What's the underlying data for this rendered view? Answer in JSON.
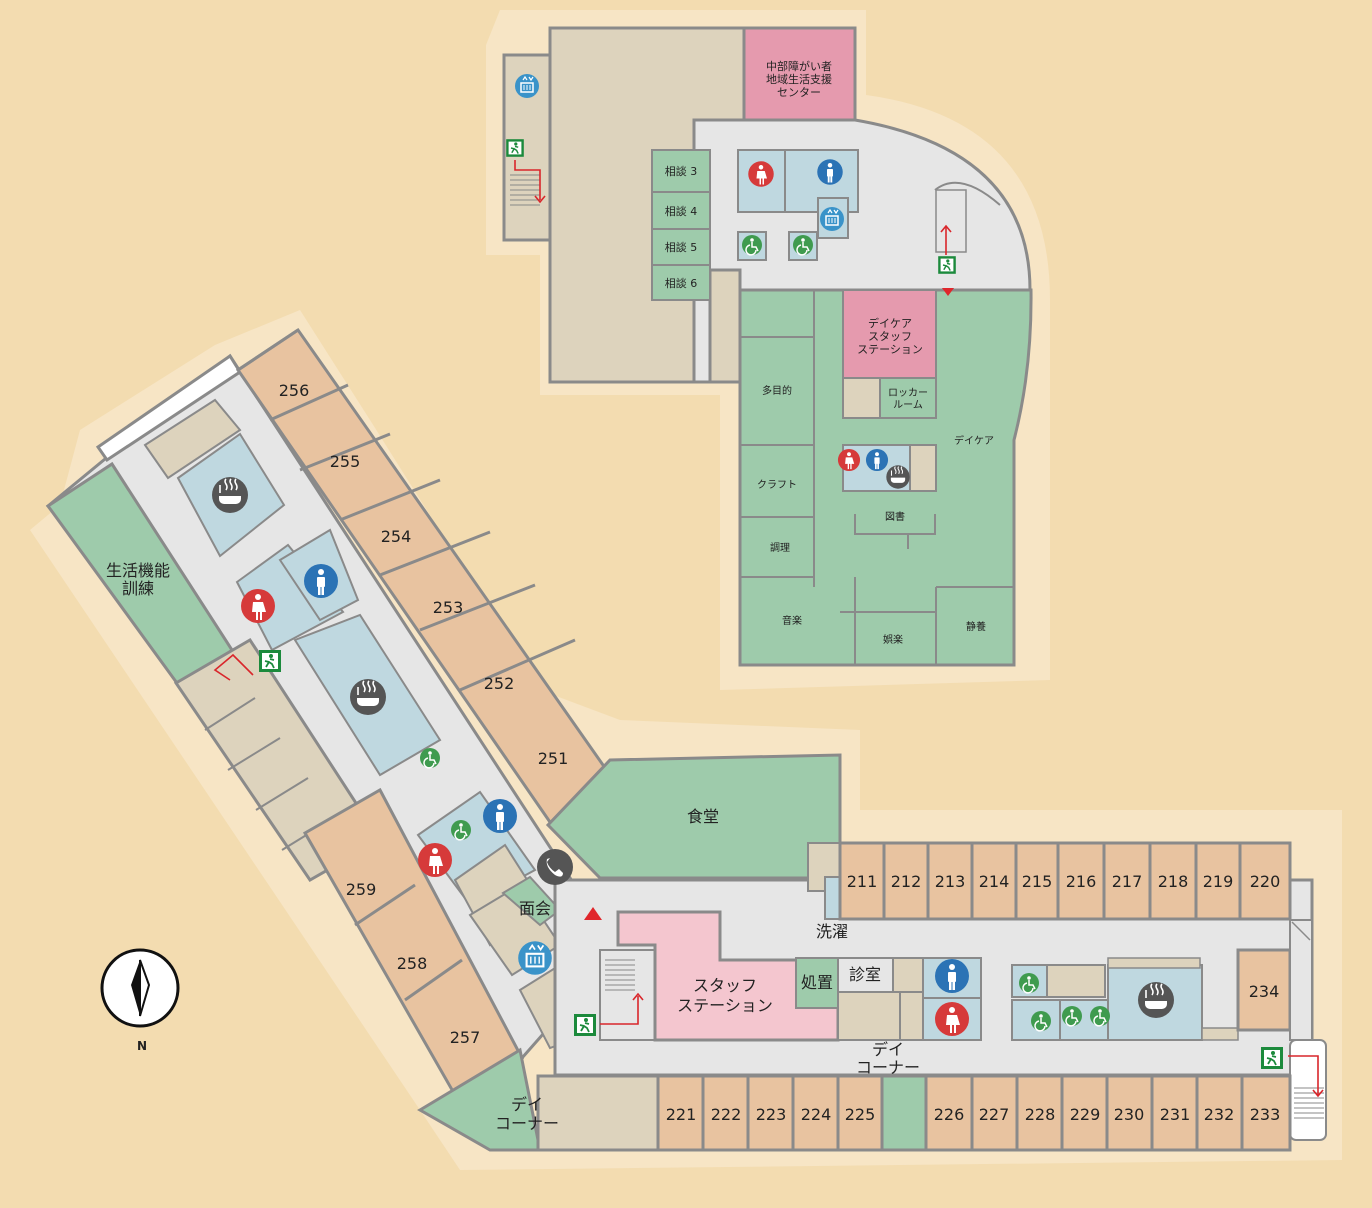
{
  "center": {
    "line1": "中部障がい者",
    "line2": "地域生活支援",
    "line3": "センター"
  },
  "consult": [
    "相談 3",
    "相談 4",
    "相談 5",
    "相談 6"
  ],
  "daycare": {
    "station": [
      "デイケア",
      "スタッフ",
      "ステーション"
    ],
    "locker": [
      "ロッカー",
      "ルーム"
    ],
    "main": "デイケア",
    "multi": "多目的",
    "craft": "クラフト",
    "cook": "調理",
    "library": "図書",
    "music": "音楽",
    "recreation": "娯楽",
    "rest": "静養"
  },
  "west_rooms": [
    "256",
    "255",
    "254",
    "253",
    "252",
    "251",
    "259",
    "258",
    "257"
  ],
  "rehab": [
    "生活機能",
    "訓練"
  ],
  "dining": "食堂",
  "meeting": "面会",
  "laundry": "洗濯",
  "staff_station": [
    "スタッフ",
    "ステーション"
  ],
  "treatment": "処置",
  "exam": "診室",
  "north_rooms": [
    "211",
    "212",
    "213",
    "214",
    "215",
    "216",
    "217",
    "218",
    "219",
    "220"
  ],
  "south_rooms": [
    "221",
    "222",
    "223",
    "224",
    "225",
    "226",
    "227",
    "228",
    "229",
    "230",
    "231",
    "232",
    "233"
  ],
  "room_234": "234",
  "day_corner_center": [
    "デイ",
    "コーナー"
  ],
  "day_corner_west": [
    "デイ",
    "コーナー"
  ],
  "compass": "N",
  "colors": {
    "background": "#f3dcb0",
    "outline": "#f7e5c5",
    "corridor": "#e6e6e6",
    "wall": "#8a8a8a",
    "room_private": "#e8c3a0",
    "green": "#9ecbab",
    "pink": "#e59aae",
    "pink_light": "#f4c6cf",
    "blue_light": "#bfd8e0",
    "gray_room": "#ddd3bd",
    "female": "#d63a3a",
    "male": "#2b73b5",
    "accessible": "#3f9b4f",
    "elevator": "#3a93c9",
    "bath": "#555555",
    "exit": "#1c8a3c"
  },
  "icons": [
    "elevator-icon",
    "exit-icon",
    "female-toilet-icon",
    "male-toilet-icon",
    "accessible-toilet-icon",
    "bath-icon",
    "phone-icon",
    "compass-icon",
    "entrance-marker-icon"
  ]
}
